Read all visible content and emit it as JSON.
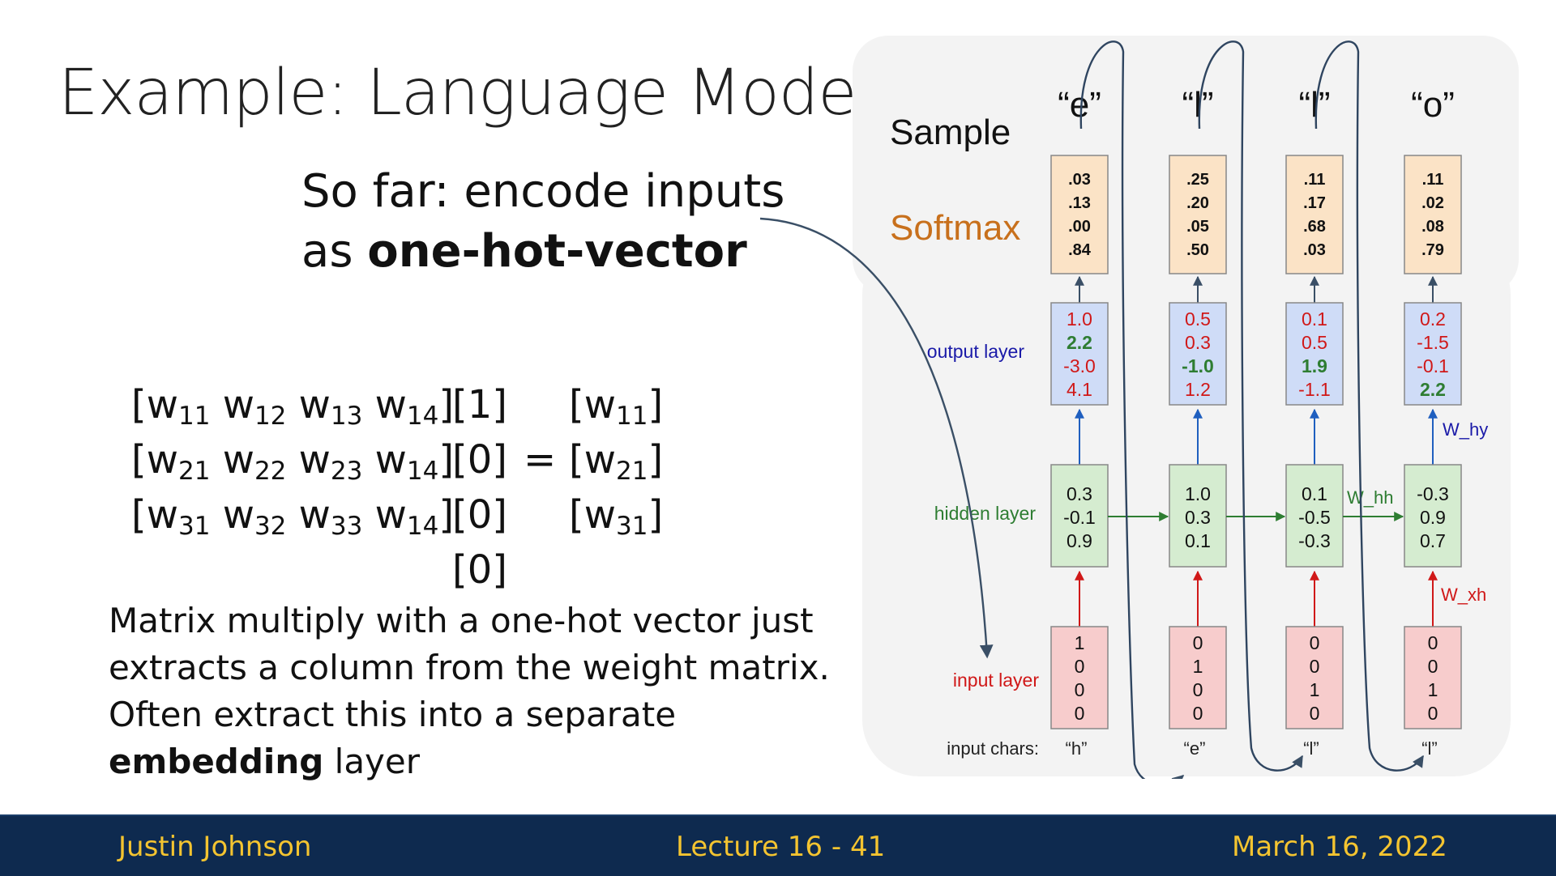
{
  "slide": {
    "title": "Example: Language Modeling",
    "sofar_line1": "So far: encode inputs",
    "sofar_line2_prefix": "as ",
    "sofar_line2_bold": "one-hot-vector"
  },
  "matrix": {
    "rows": [
      {
        "w": [
          [
            "w",
            "11"
          ],
          [
            "w",
            "12"
          ],
          [
            "w",
            "13"
          ],
          [
            "w",
            "14"
          ]
        ],
        "vec": "[1]",
        "eq": "",
        "res": [
          "w",
          "11"
        ]
      },
      {
        "w": [
          [
            "w",
            "21"
          ],
          [
            "w",
            "22"
          ],
          [
            "w",
            "23"
          ],
          [
            "w",
            "14"
          ]
        ],
        "vec": "[0]",
        "eq": "=",
        "res": [
          "w",
          "21"
        ]
      },
      {
        "w": [
          [
            "w",
            "31"
          ],
          [
            "w",
            "32"
          ],
          [
            "w",
            "33"
          ],
          [
            "w",
            "14"
          ]
        ],
        "vec": "[0]",
        "eq": "",
        "res": [
          "w",
          "31"
        ]
      },
      {
        "w": [],
        "vec": "[0]",
        "eq": "",
        "res": null
      }
    ]
  },
  "description": {
    "line1": "Matrix multiply with a one-hot vector just",
    "line2": "extracts a column from the weight matrix.",
    "line3": "Often extract this into a separate",
    "line4_bold": "embedding",
    "line4_rest": " layer"
  },
  "diagram": {
    "row_labels": {
      "sample": "Sample",
      "softmax": "Softmax",
      "output": "output layer",
      "hidden": "hidden layer",
      "input": "input layer",
      "input_chars": "input chars:"
    },
    "weights": {
      "w_hy": "W_hy",
      "w_hh": "W_hh",
      "w_xh": "W_xh"
    },
    "colors": {
      "softmax": "#c8701c",
      "output": "#1a1aa8",
      "hidden": "#2e7d32",
      "input": "#d01818"
    },
    "columns": [
      {
        "sample": "“e”",
        "softmax": [
          ".03",
          ".13",
          ".00",
          ".84"
        ],
        "output": [
          {
            "v": "1.0",
            "c": "red"
          },
          {
            "v": "2.2",
            "c": "green",
            "b": true
          },
          {
            "v": "-3.0",
            "c": "red"
          },
          {
            "v": "4.1",
            "c": "red"
          }
        ],
        "hidden": [
          "0.3",
          "-0.1",
          "0.9"
        ],
        "input": [
          "1",
          "0",
          "0",
          "0"
        ],
        "char": "“h”"
      },
      {
        "sample": "“l”",
        "softmax": [
          ".25",
          ".20",
          ".05",
          ".50"
        ],
        "output": [
          {
            "v": "0.5",
            "c": "red"
          },
          {
            "v": "0.3",
            "c": "red"
          },
          {
            "v": "-1.0",
            "c": "green",
            "b": true
          },
          {
            "v": "1.2",
            "c": "red"
          }
        ],
        "hidden": [
          "1.0",
          "0.3",
          "0.1"
        ],
        "input": [
          "0",
          "1",
          "0",
          "0"
        ],
        "char": "“e”"
      },
      {
        "sample": "“l”",
        "softmax": [
          ".11",
          ".17",
          ".68",
          ".03"
        ],
        "output": [
          {
            "v": "0.1",
            "c": "red"
          },
          {
            "v": "0.5",
            "c": "red"
          },
          {
            "v": "1.9",
            "c": "green",
            "b": true
          },
          {
            "v": "-1.1",
            "c": "red"
          }
        ],
        "hidden": [
          "0.1",
          "-0.5",
          "-0.3"
        ],
        "input": [
          "0",
          "0",
          "1",
          "0"
        ],
        "char": "“l”"
      },
      {
        "sample": "“o”",
        "softmax": [
          ".11",
          ".02",
          ".08",
          ".79"
        ],
        "output": [
          {
            "v": "0.2",
            "c": "red"
          },
          {
            "v": "-1.5",
            "c": "red"
          },
          {
            "v": "-0.1",
            "c": "red"
          },
          {
            "v": "2.2",
            "c": "green",
            "b": true
          }
        ],
        "hidden": [
          "-0.3",
          "0.9",
          "0.7"
        ],
        "input": [
          "0",
          "0",
          "1",
          "0"
        ],
        "char": "“l”"
      }
    ]
  },
  "footer": {
    "author": "Justin Johnson",
    "lecture": "Lecture 16 -  41",
    "date": "March 16, 2022"
  }
}
